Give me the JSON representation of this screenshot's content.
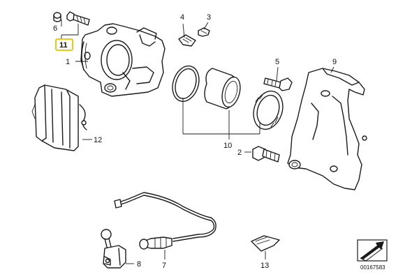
{
  "labels": {
    "l1": "1",
    "l2": "2",
    "l3": "3",
    "l4": "4",
    "l5": "5",
    "l6": "6",
    "l7": "7",
    "l8": "8",
    "l9": "9",
    "l10": "10",
    "l11": "11",
    "l12": "12",
    "l13": "13"
  },
  "highlight": {
    "label": "11",
    "color": "#e8c200"
  },
  "diagram_code": "00167583",
  "icons": {
    "corner": "arrow-direction-icon"
  }
}
